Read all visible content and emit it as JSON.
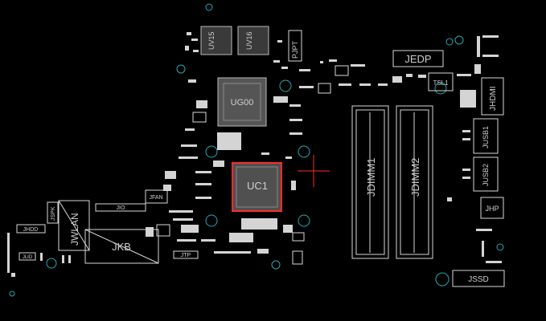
{
  "viewer": {
    "title": "",
    "accent": "#ff2a2a",
    "via_color": "#2aa6b0",
    "cursor": "crosshair-cursor"
  },
  "board": {
    "selected_part": "UC1",
    "components": {
      "uc1": "UC1",
      "ug": "UG00",
      "jdimm1": "JDIMM1",
      "jdimm2": "JDIMM2",
      "jedp": "JEDP",
      "tsl1": "TSL1",
      "jhdmi": "JHDMI",
      "jusb1": "JUSB1",
      "jusb2": "JUSB2",
      "jhp": "JHP",
      "jkb": "JKB",
      "jwlan": "JWLAN",
      "jspk": "JSPK",
      "jhdd": "JHDD",
      "jfan": "JFAN",
      "jio": "JIO",
      "jtp": "JTP",
      "jssd": "JSSD",
      "pjpt": "PJPT",
      "uv15": "UV15",
      "uv16": "UV16",
      "jlid": "JLID"
    }
  }
}
